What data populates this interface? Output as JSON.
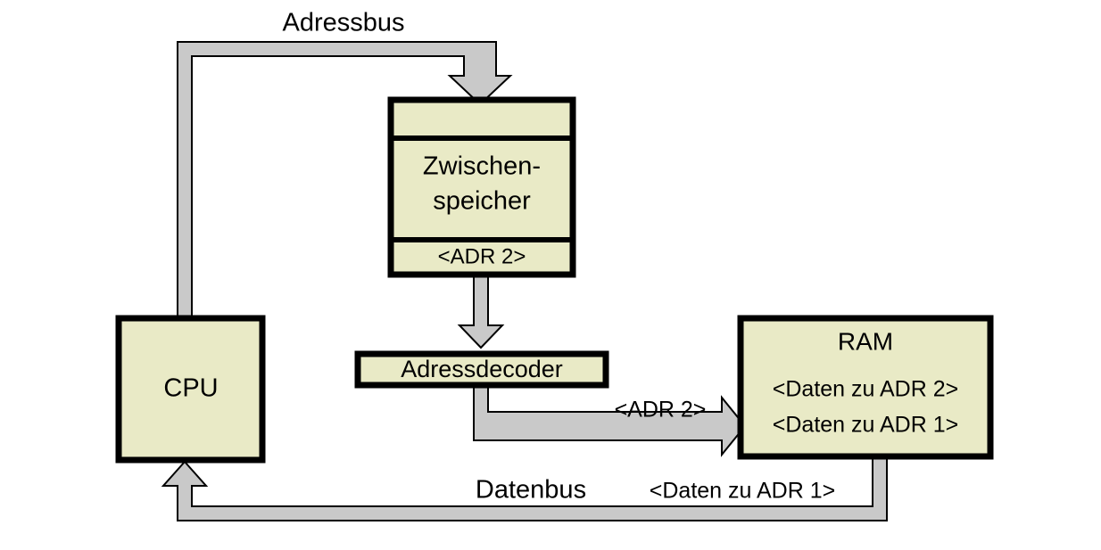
{
  "diagram": {
    "title": "Adressbus / Datenbus Speicherzugriff",
    "colors": {
      "box_fill": "#e9eac6",
      "box_border": "#000000",
      "bus_fill": "#c9c9c9",
      "bus_stroke": "#000000",
      "text": "#000000",
      "background": "#ffffff"
    },
    "nodes": {
      "cpu": {
        "label": "CPU"
      },
      "zwischenspeicher": {
        "row_top": "",
        "row_middle_line1": "Zwischen-",
        "row_middle_line2": "speicher",
        "row_bottom": "<ADR 2>"
      },
      "adressdecoder": {
        "label": "Adressdecoder"
      },
      "ram": {
        "title": "RAM",
        "line1": "<Daten zu ADR 2>",
        "line2": "<Daten zu ADR 1>"
      }
    },
    "buses": {
      "adressbus": {
        "label": "Adressbus",
        "from": "CPU",
        "to": "Zwischenspeicher"
      },
      "datenbus": {
        "label": "Datenbus",
        "value": "<Daten zu ADR 1>",
        "from": "RAM",
        "to": "CPU"
      },
      "decoder_to_ram": {
        "label": "<ADR 2>",
        "from": "Adressdecoder",
        "to": "RAM"
      },
      "zwischenspeicher_to_decoder": {
        "label": "",
        "from": "Zwischenspeicher",
        "to": "Adressdecoder"
      }
    }
  }
}
